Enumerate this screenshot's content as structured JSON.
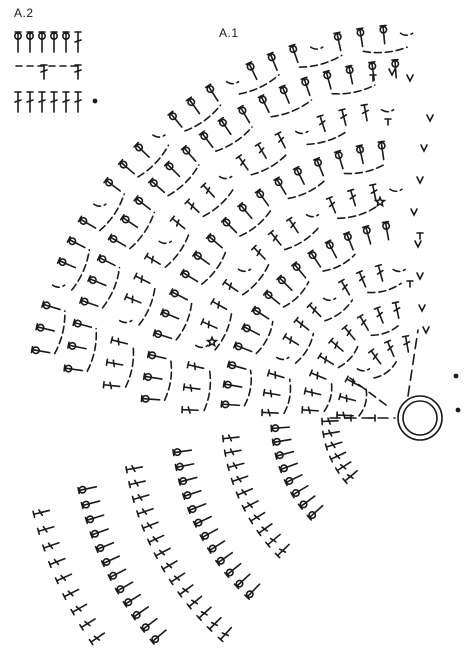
{
  "diagram": {
    "label_a2": "A.2",
    "label_a1": "A.1",
    "ink_color": "#1a1a1a",
    "background": "#ffffff",
    "symbols": [
      "double-crochet",
      "double-crochet-cluster",
      "chain-arc",
      "treble-crochet",
      "picot-star",
      "magic-ring",
      "end-dot"
    ]
  }
}
